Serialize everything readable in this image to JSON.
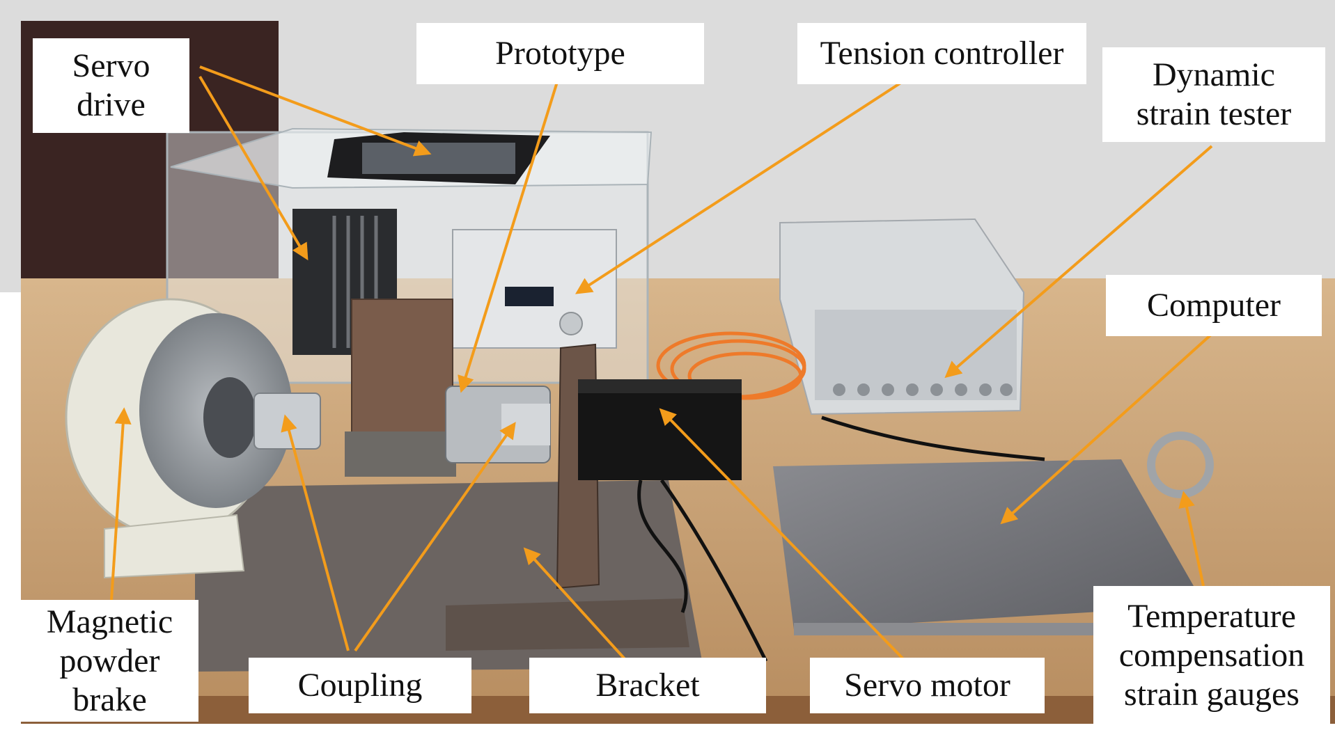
{
  "figure": {
    "labels": {
      "servo_drive": "Servo\ndrive",
      "prototype": "Prototype",
      "tension_controller": "Tension controller",
      "dynamic_strain_tester": "Dynamic\nstrain tester",
      "computer": "Computer",
      "magnetic_powder_brake": "Magnetic\npowder\nbrake",
      "coupling": "Coupling",
      "bracket": "Bracket",
      "servo_motor": "Servo motor",
      "temperature_compensation_strain_gauges": "Temperature\ncompensation\nstrain gauges"
    },
    "colors": {
      "arrow": "#f39c1b",
      "wall": "#dcdcdc",
      "desk": "#c9a47a",
      "laptop": "#6f7075",
      "motor": "#151515",
      "cable": "#ee7a2a"
    }
  }
}
